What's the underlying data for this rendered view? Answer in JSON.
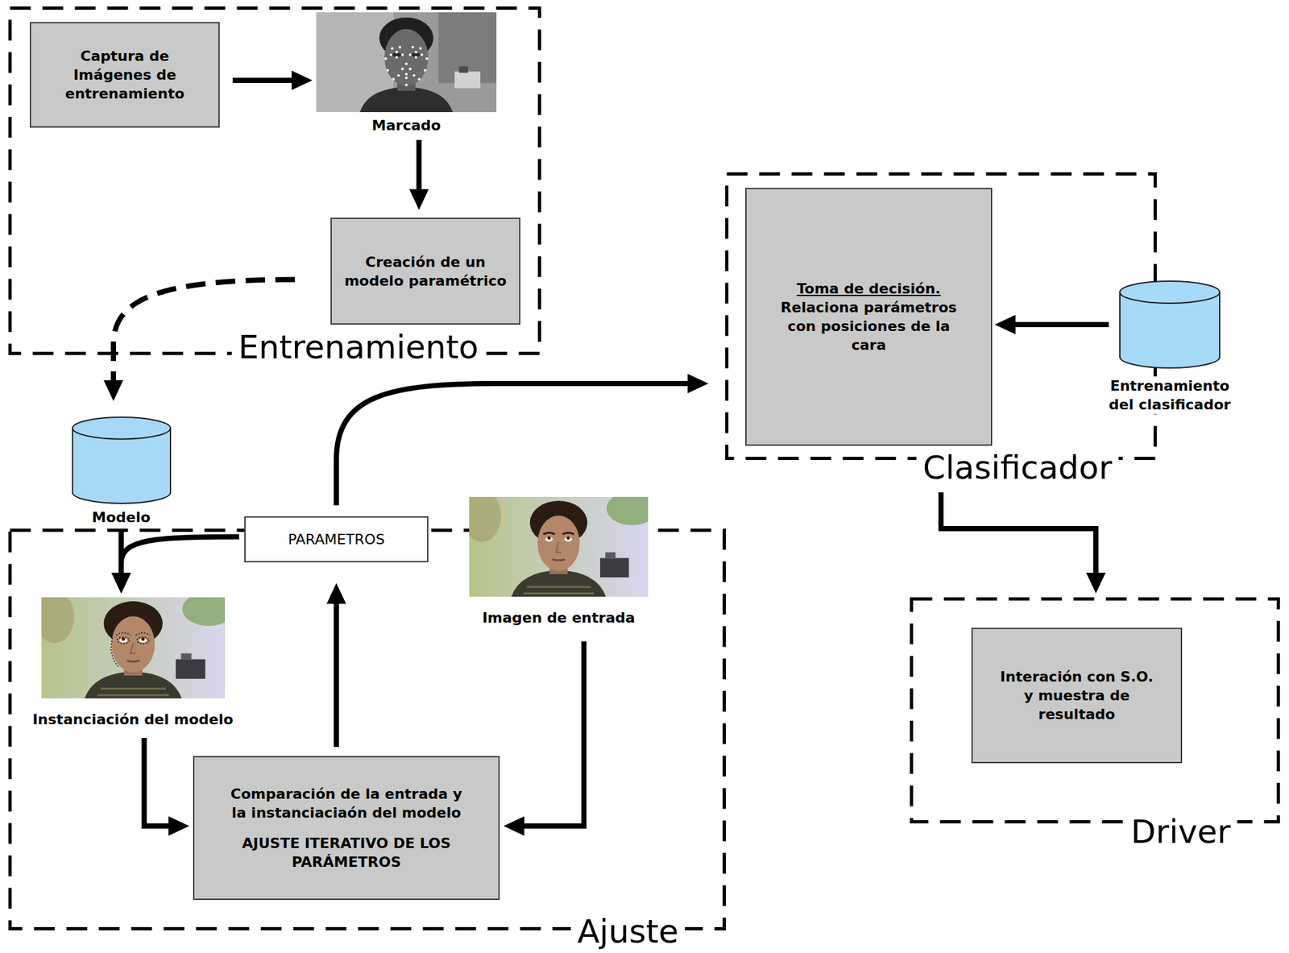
{
  "diagram": {
    "nodes": [
      {
        "text": [
          "Entrenamiento"
        ]
      },
      {
        "text": [
          "Captura de Imágenes de entrenamiento"
        ],
        "in": 0
      },
      {
        "text": [
          "Marcado"
        ],
        "in": 0
      },
      {
        "text": [
          "Creación de un modelo paramétrico"
        ],
        "in": 0
      },
      {
        "text": [
          "Clasificador"
        ]
      },
      {
        "text": [
          "Toma de decisión.",
          "Relaciona parámetros con posiciones de la cara"
        ],
        "in": 4
      },
      {
        "text": [
          "Entrenamiento del clasificador"
        ]
      },
      {
        "text": [
          "Modelo"
        ]
      },
      {
        "text": [
          "Ajuste"
        ]
      },
      {
        "text": [
          "PARAMETROS"
        ],
        "in": 8
      },
      {
        "text": [
          "Imagen de entrada"
        ],
        "in": 8
      },
      {
        "text": [
          "Instanciación del modelo"
        ],
        "in": 8
      },
      {
        "text": [
          "Comparación de la entrada y la instanciaciaón del modelo",
          "AJUSTE ITERATIVO DE LOS PARÁMETROS"
        ],
        "in": 8
      },
      {
        "text": [
          "Driver"
        ]
      },
      {
        "text": [
          "Interación con S.O. y muestra de resultado"
        ],
        "in": 13
      }
    ],
    "edges": [
      {
        "from": 1,
        "to": 2,
        "arrow": "to"
      },
      {
        "from": 2,
        "to": 3,
        "arrow": "to"
      },
      {
        "from": 3,
        "to": 7,
        "arrow": "to"
      },
      {
        "from": 7,
        "to": 11,
        "arrow": "to"
      },
      {
        "from": 9,
        "to": 11,
        "arrow": "to"
      },
      {
        "from": 11,
        "to": 12,
        "arrow": "to"
      },
      {
        "from": 10,
        "to": 12,
        "arrow": "to"
      },
      {
        "from": 12,
        "to": 9,
        "arrow": "to"
      },
      {
        "from": 9,
        "to": 4,
        "arrow": "to"
      },
      {
        "from": 6,
        "to": 5,
        "arrow": "to"
      },
      {
        "from": 4,
        "to": 13,
        "arrow": "to"
      }
    ]
  }
}
